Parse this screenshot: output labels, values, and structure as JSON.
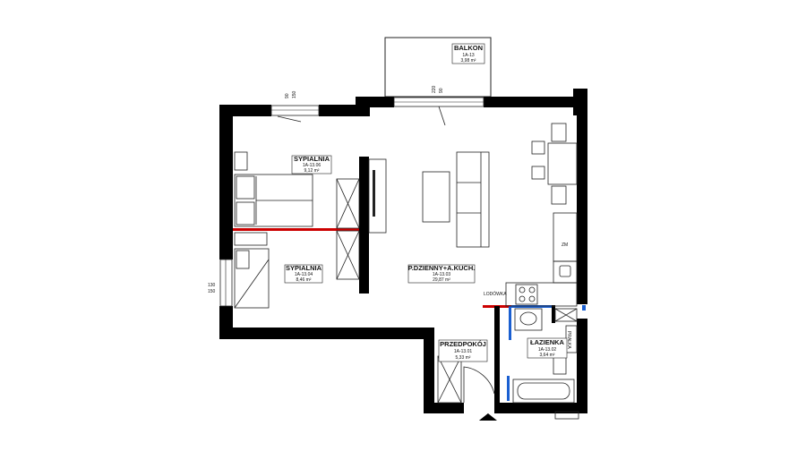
{
  "rooms": [
    {
      "name": "BALKON",
      "code": "1A-13",
      "area": "3,98 m²"
    },
    {
      "name": "SYPIALNIA",
      "code": "1A-13.06",
      "area": "9,12 m²"
    },
    {
      "name": "SYPIALNIA",
      "code": "1A-13.04",
      "area": "8,46 m²"
    },
    {
      "name": "P.DZIENNY+A.KUCH.",
      "code": "1A-13.03",
      "area": "29,87 m²"
    },
    {
      "name": "PRZEDPOKÓJ",
      "code": "1A-13.01",
      "area": "5,33 m²"
    },
    {
      "name": "ŁAZIENKA",
      "code": "1A-13.02",
      "area": "3,64 m²"
    }
  ],
  "labels": {
    "lodowka": "LODÓWKA",
    "win_left_top": "130",
    "win_left_bottom": "150",
    "win_top_a": "90",
    "win_top_b": "150",
    "win_bal_a": "220",
    "win_bal_b": "90",
    "dw": "ZM",
    "pral": "PRALKA"
  },
  "colors": {
    "wall": "#000000",
    "red_line": "#cc0000",
    "blue_line": "#1a5fd1"
  }
}
